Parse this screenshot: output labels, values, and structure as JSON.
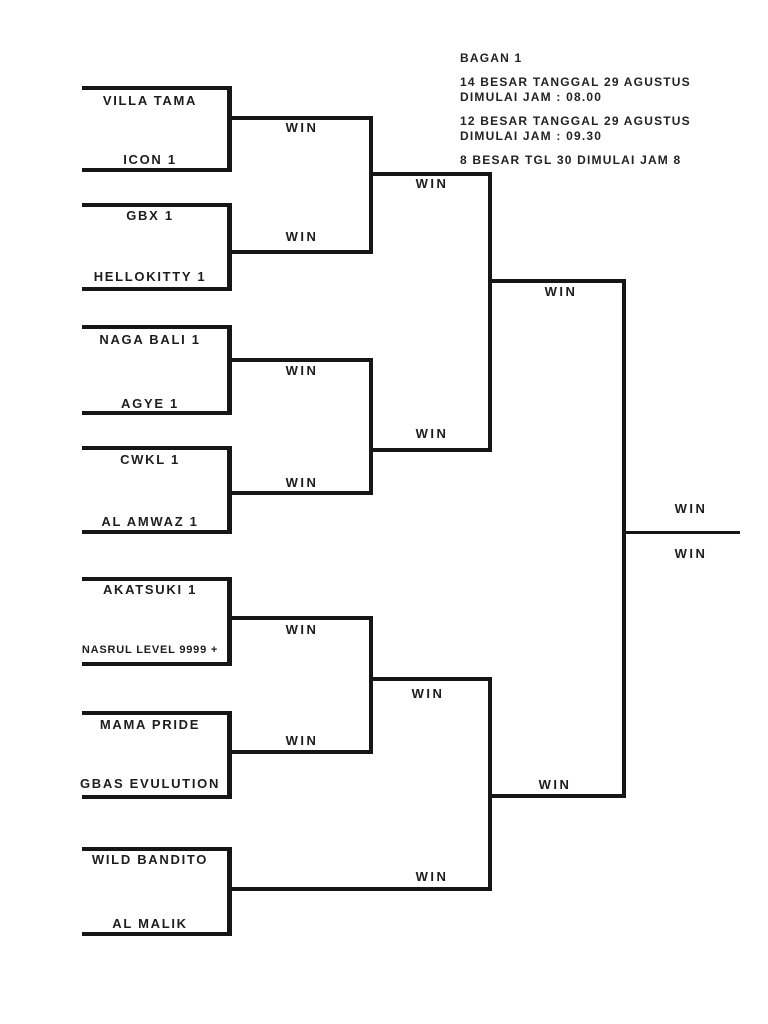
{
  "header": {
    "title": "BAGAN 1",
    "schedule": [
      {
        "line1": "14 BESAR TANGGAL 29 AGUSTUS",
        "line2": "DIMULAI JAM : 08.00"
      },
      {
        "line1": "12 BESAR TANGGAL 29 AGUSTUS",
        "line2": "DIMULAI JAM : 09.30"
      },
      {
        "line1": "8 BESAR TGL 30 DIMULAI JAM 8"
      }
    ]
  },
  "bracket": {
    "win_label": "WIN",
    "matches": [
      {
        "team1": "VILLA TAMA",
        "team2": "ICON 1"
      },
      {
        "team1": "GBX 1",
        "team2": "HELLOKITTY 1"
      },
      {
        "team1": "NAGA BALI 1",
        "team2": "AGYE 1"
      },
      {
        "team1": "CWKL 1",
        "team2": "AL AMWAZ 1"
      },
      {
        "team1": "AKATSUKI 1",
        "team2": "NASRUL LEVEL 9999 +"
      },
      {
        "team1": "MAMA PRIDE",
        "team2": "GBAS EVULUTION"
      },
      {
        "team1": "WILD BANDITO",
        "team2": "AL MALIK"
      }
    ]
  },
  "colors": {
    "background": "#ffffff",
    "line": "#161616",
    "text": "#1d1d1d"
  }
}
